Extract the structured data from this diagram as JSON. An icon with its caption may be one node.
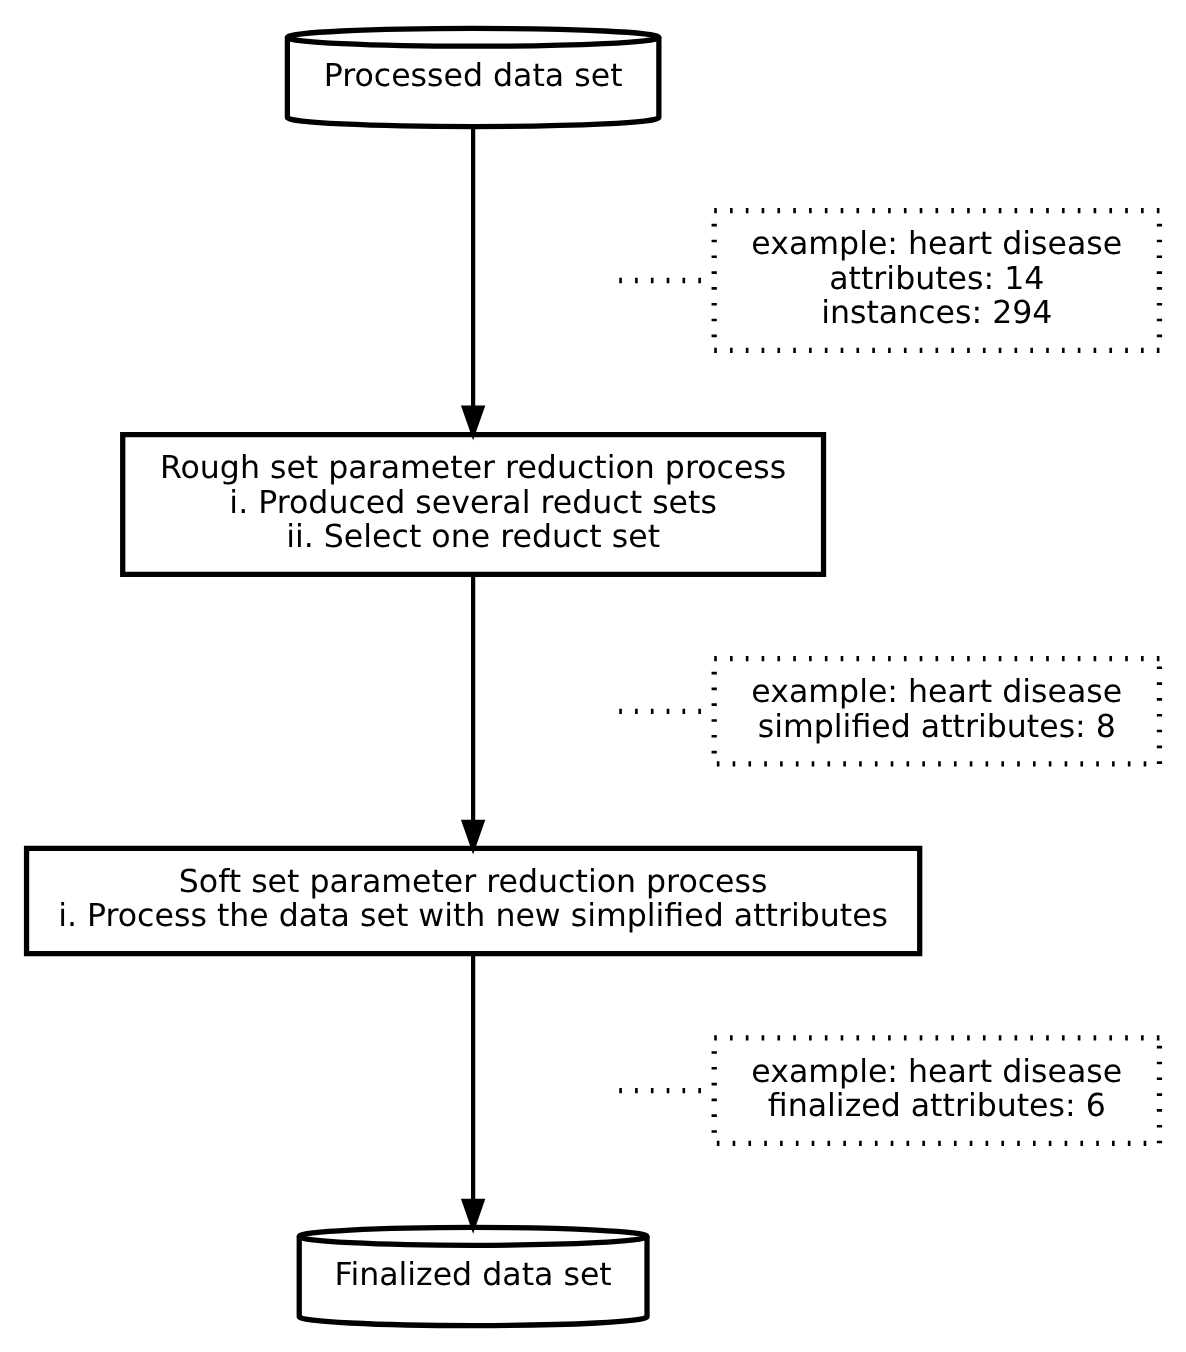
{
  "diagram": {
    "nodes": [
      {
        "text": [
          "Processed data set"
        ]
      },
      {
        "text": [
          "example: heart disease",
          "attributes: 14",
          "instances: 294"
        ]
      },
      {
        "text": [
          "Rough set parameter reduction process",
          "i. Produced several reduct sets",
          "ii. Select one reduct set"
        ]
      },
      {
        "text": [
          "example: heart disease",
          "simplified attributes: 8"
        ]
      },
      {
        "text": [
          "Soft set parameter reduction process",
          "i. Process the data set with new simplified attributes"
        ]
      },
      {
        "text": [
          "example: heart disease",
          "finalized attributes: 6"
        ]
      },
      {
        "text": [
          "Finalized data set"
        ]
      }
    ],
    "edges": [
      {
        "from": 0,
        "to": 2,
        "arrow": "to"
      },
      {
        "from": 1,
        "to": null,
        "arrow": "none",
        "style": "dashed"
      },
      {
        "from": 2,
        "to": 4,
        "arrow": "to"
      },
      {
        "from": 3,
        "to": null,
        "arrow": "none",
        "style": "dashed"
      },
      {
        "from": 4,
        "to": 6,
        "arrow": "to"
      },
      {
        "from": 5,
        "to": null,
        "arrow": "none",
        "style": "dashed"
      }
    ]
  }
}
